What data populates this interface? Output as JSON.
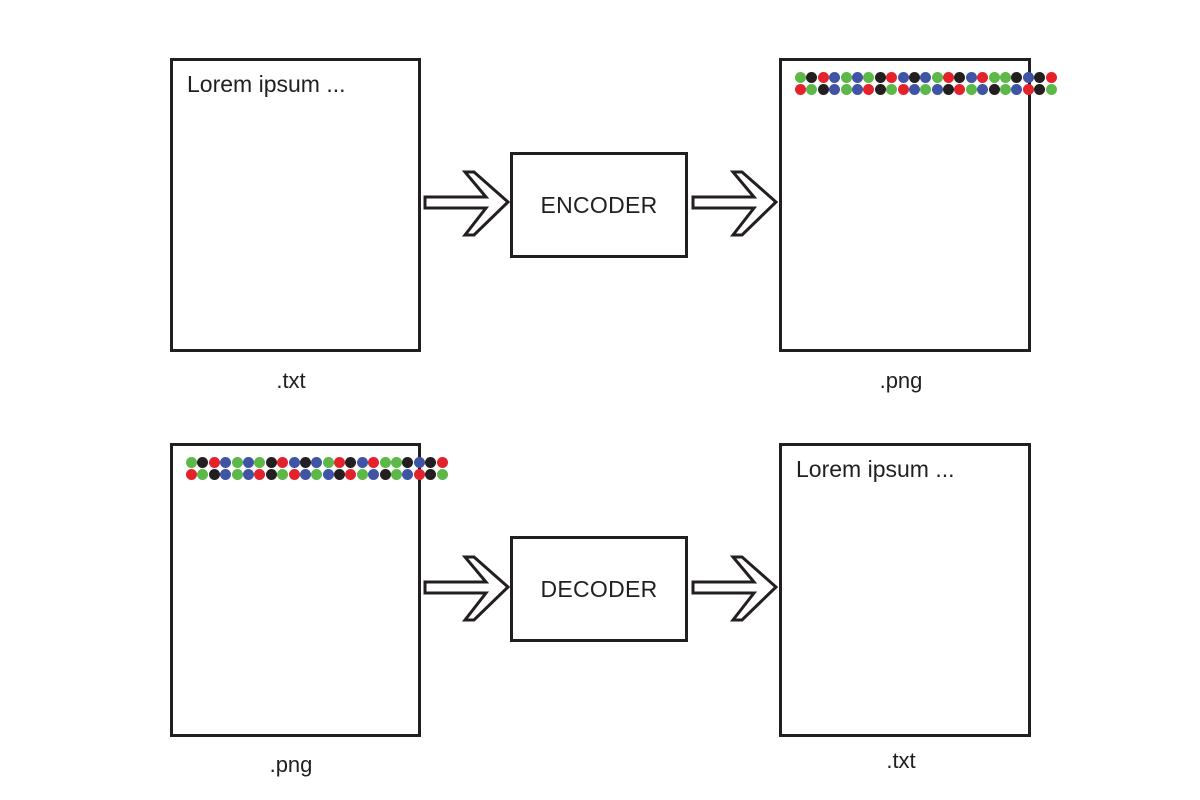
{
  "encode_row": {
    "input_doc": {
      "text": "Lorem ipsum ...",
      "caption": ".txt"
    },
    "process_label": "ENCODER",
    "output_doc": {
      "caption": ".png"
    }
  },
  "decode_row": {
    "input_doc": {
      "caption": ".png"
    },
    "process_label": "DECODER",
    "output_doc": {
      "text": "Lorem ipsum ...",
      "caption": ".txt"
    }
  },
  "colors": {
    "line": "#231f20",
    "green": "#5cb848",
    "black": "#231f20",
    "red": "#e4222c",
    "blue": "#3f54a4"
  },
  "pixel_pattern": {
    "row1": [
      "green",
      "black",
      "red",
      "blue",
      "green",
      "blue",
      "green",
      "black",
      "red",
      "blue",
      "black",
      "blue",
      "green",
      "red",
      "black",
      "blue",
      "red",
      "green",
      "green",
      "black",
      "blue",
      "black",
      "red"
    ],
    "row2": [
      "red",
      "green",
      "black",
      "blue",
      "green",
      "blue",
      "red",
      "black",
      "green",
      "red",
      "blue",
      "green",
      "blue",
      "black",
      "red",
      "green",
      "blue",
      "black",
      "green",
      "blue",
      "red",
      "black",
      "green"
    ]
  }
}
